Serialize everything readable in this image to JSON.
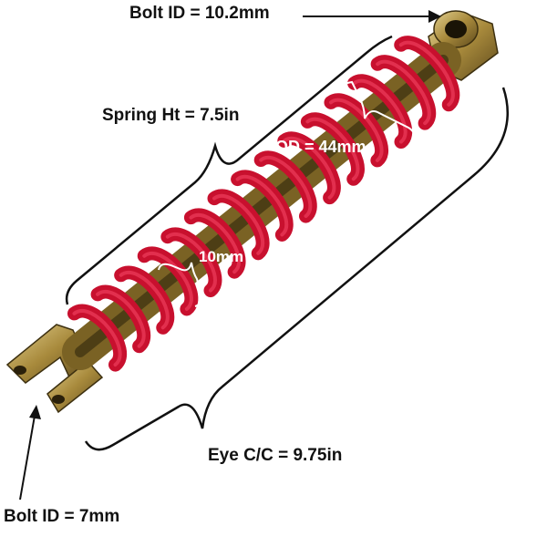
{
  "image": {
    "subject": "rear shock absorber with red coil spring and metal mounting eyes",
    "colors": {
      "background": "#ffffff",
      "spring": "#c8102e",
      "spring_highlight": "#f04060",
      "metal": "#a88a3c",
      "text": "#111111",
      "text_on_spring": "#ffffff"
    }
  },
  "labels": {
    "bolt_top": "Bolt ID = 10.2mm",
    "spring_height": "Spring Ht = 7.5in",
    "outer_diameter": "OD = 44mm",
    "wire_width": "10mm",
    "eye_to_eye": "Eye C/C = 9.75in",
    "bolt_bottom": "Bolt ID = 7mm"
  }
}
